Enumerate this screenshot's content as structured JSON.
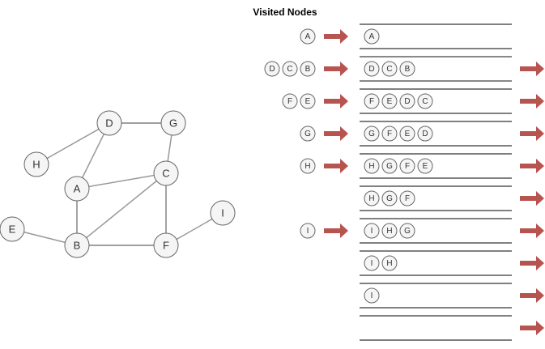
{
  "title": "Visited Nodes",
  "colors": {
    "arrow": "#b85450",
    "node_fill": "#f5f5f5",
    "node_stroke": "#666666",
    "edge": "#999999"
  },
  "graph": {
    "nodes": [
      {
        "id": "D",
        "label": "D"
      },
      {
        "id": "G",
        "label": "G"
      },
      {
        "id": "H",
        "label": "H"
      },
      {
        "id": "C",
        "label": "C"
      },
      {
        "id": "A",
        "label": "A"
      },
      {
        "id": "I",
        "label": "I"
      },
      {
        "id": "E",
        "label": "E"
      },
      {
        "id": "B",
        "label": "B"
      },
      {
        "id": "F",
        "label": "F"
      }
    ],
    "edges": [
      [
        "D",
        "G"
      ],
      [
        "D",
        "H"
      ],
      [
        "D",
        "A"
      ],
      [
        "G",
        "C"
      ],
      [
        "A",
        "C"
      ],
      [
        "A",
        "B"
      ],
      [
        "C",
        "B"
      ],
      [
        "C",
        "F"
      ],
      [
        "E",
        "B"
      ],
      [
        "B",
        "F"
      ],
      [
        "F",
        "I"
      ]
    ]
  },
  "steps": [
    {
      "visited": [
        "A"
      ],
      "stack": [
        "A"
      ],
      "out_arrow": false
    },
    {
      "visited": [
        "D",
        "C",
        "B"
      ],
      "stack": [
        "D",
        "C",
        "B"
      ],
      "out_arrow": true
    },
    {
      "visited": [
        "F",
        "E"
      ],
      "stack": [
        "F",
        "E",
        "D",
        "C"
      ],
      "out_arrow": true
    },
    {
      "visited": [
        "G"
      ],
      "stack": [
        "G",
        "F",
        "E",
        "D"
      ],
      "out_arrow": true
    },
    {
      "visited": [
        "H"
      ],
      "stack": [
        "H",
        "G",
        "F",
        "E"
      ],
      "out_arrow": true
    },
    {
      "visited": [],
      "stack": [
        "H",
        "G",
        "F"
      ],
      "out_arrow": true
    },
    {
      "visited": [
        "I"
      ],
      "stack": [
        "I",
        "H",
        "G"
      ],
      "out_arrow": true
    },
    {
      "visited": [],
      "stack": [
        "I",
        "H"
      ],
      "out_arrow": true
    },
    {
      "visited": [],
      "stack": [
        "I"
      ],
      "out_arrow": true
    },
    {
      "visited": [],
      "stack": [],
      "out_arrow": true
    }
  ]
}
